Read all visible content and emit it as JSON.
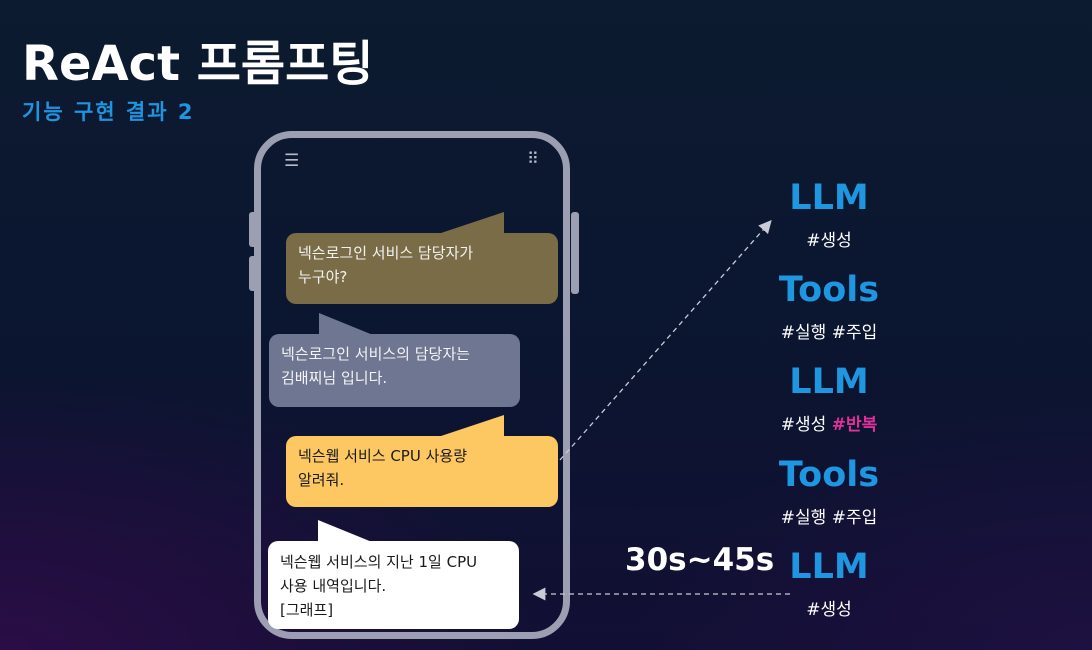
{
  "slide": {
    "title": "ReAct 프롬프팅",
    "subtitle": "기능 구현 결과 2"
  },
  "phone": {
    "menu_icon": "hamburger-menu-icon",
    "apps_icon": "grid-dots-icon",
    "messages": [
      {
        "role": "user",
        "line1": "넥슨로그인 서비스 담당자가",
        "line2": "누구야?",
        "color": "#7a6c46"
      },
      {
        "role": "assistant",
        "line1": "넥슨로그인 서비스의 담당자는",
        "line2": "김배찌님 입니다.",
        "color": "#6e7691"
      },
      {
        "role": "user",
        "line1": "넥슨웹 서비스 CPU 사용량",
        "line2": "알려줘.",
        "color": "#fdc862"
      },
      {
        "role": "assistant",
        "line1": "넥슨웹 서비스의 지난 1일 CPU",
        "line2": "사용 내역입니다.",
        "line3": "[그래프]",
        "color": "#ffffff"
      }
    ]
  },
  "steps": [
    {
      "label": "LLM",
      "tag": "#생성"
    },
    {
      "label": "Tools",
      "tag": "#실행 #주입"
    },
    {
      "label": "LLM",
      "tag": "#생성",
      "tag_extra": "#반복"
    },
    {
      "label": "Tools",
      "tag": "#실행 #주입"
    },
    {
      "label": "LLM",
      "tag": "#생성"
    }
  ],
  "latency": "30s~45s",
  "colors": {
    "accent": "#1e96e0",
    "highlight": "#e0309a"
  }
}
